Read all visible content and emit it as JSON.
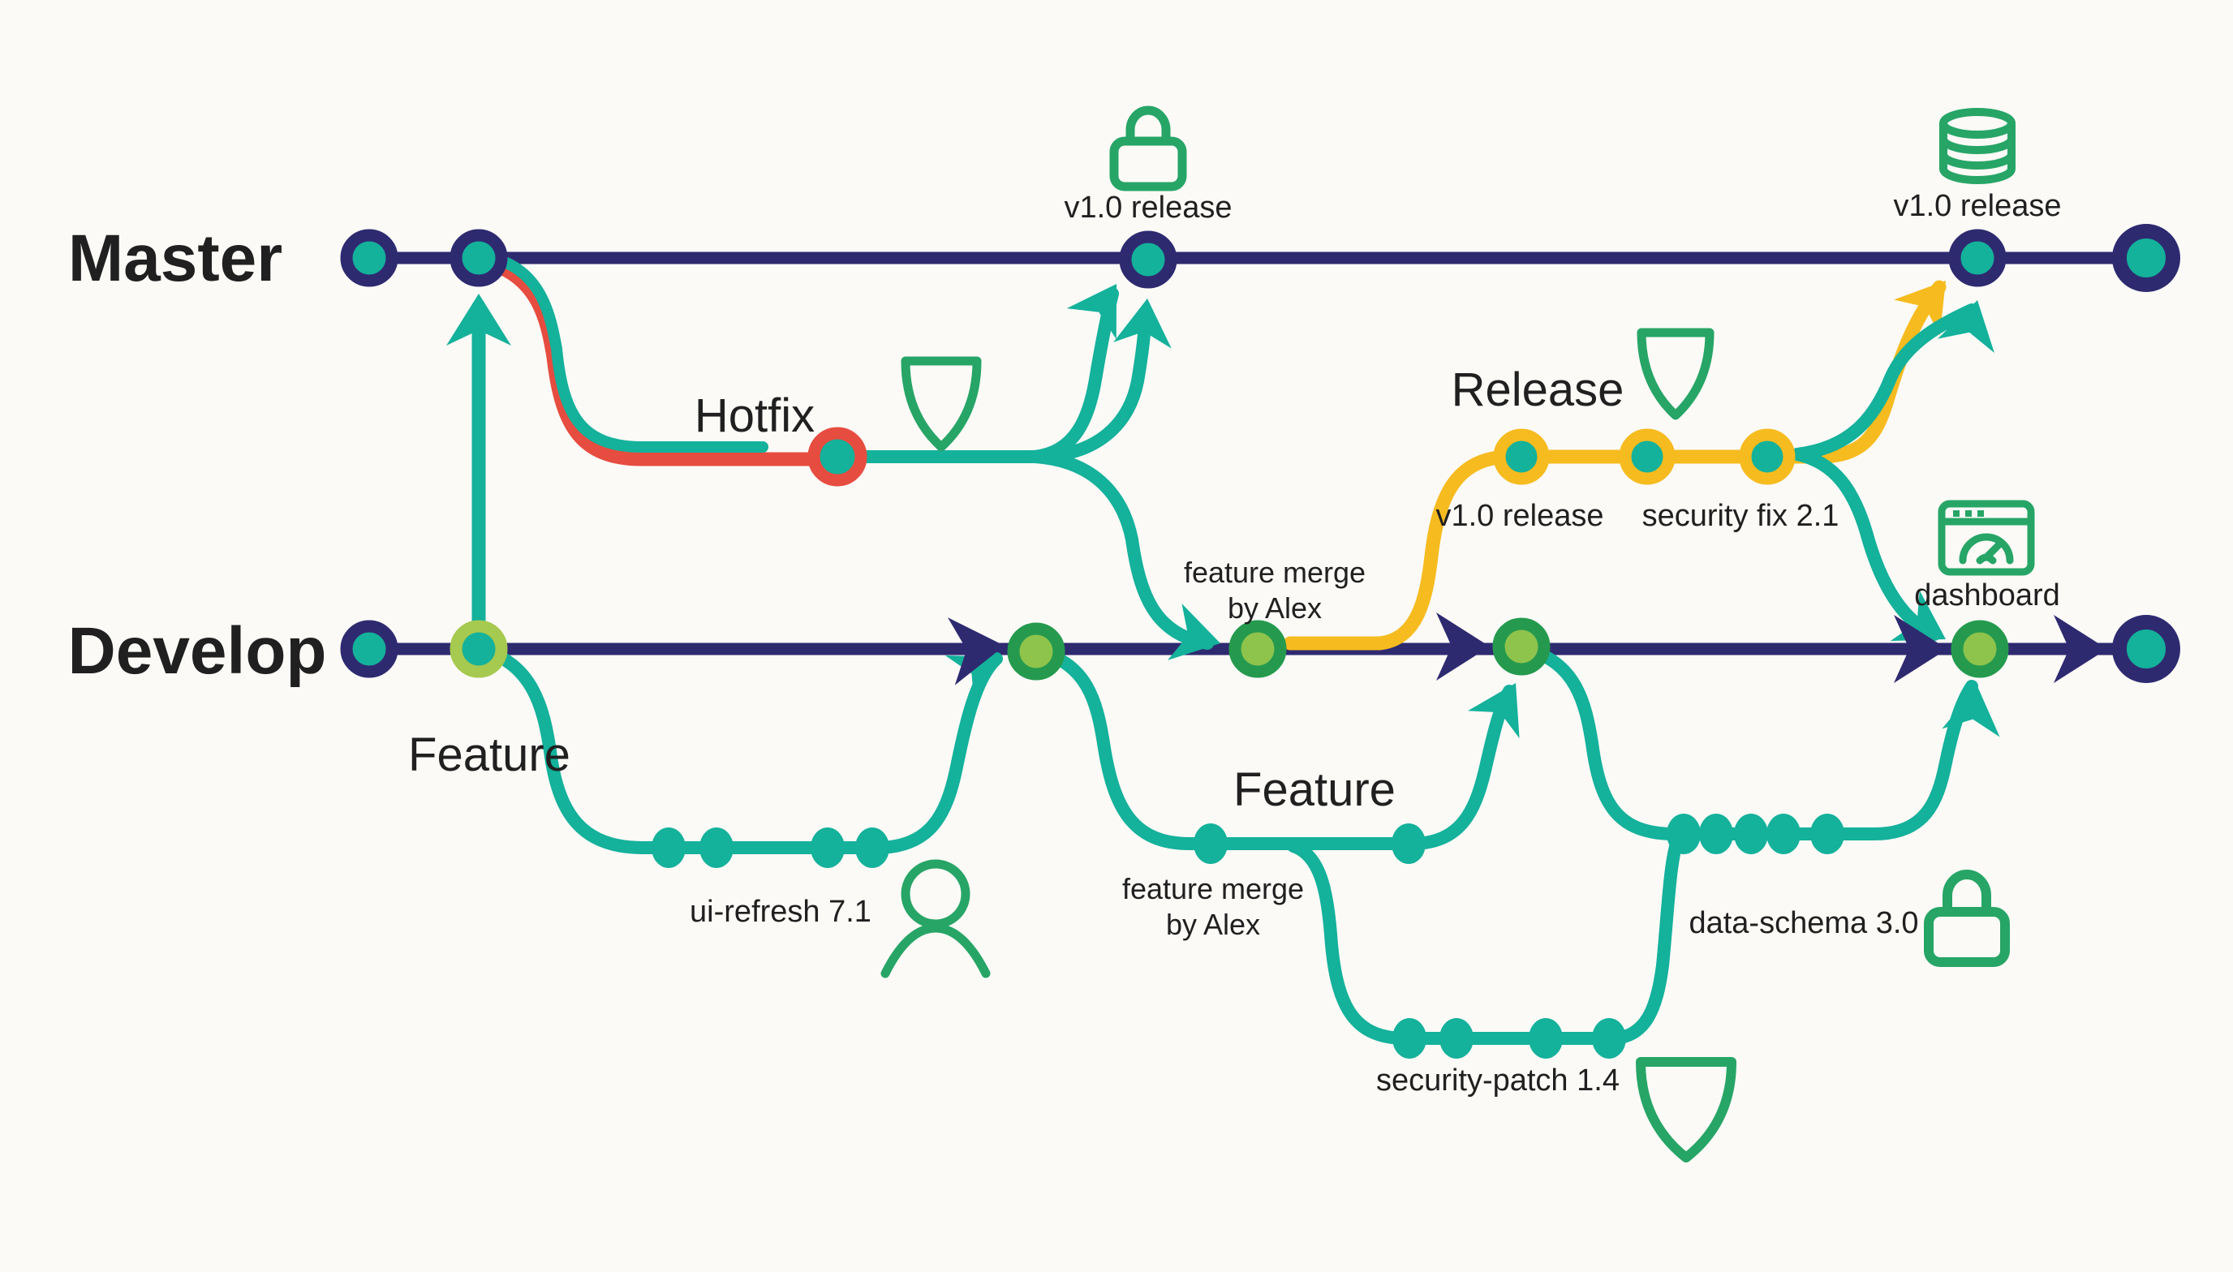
{
  "diagram_title": "Git branching workflow diagram",
  "colors": {
    "bg": "#fbfaf7",
    "navy": "#2e2a70",
    "teal": "#14b19b",
    "green": "#27a566",
    "lightGreen": "#8ec34c",
    "ringGreen": "#259a4e",
    "featureRing": "#a6c94f",
    "red": "#e64c3f",
    "yellow": "#f6bb1f",
    "text": "#202020"
  },
  "labels": {
    "master": "Master",
    "develop": "Develop",
    "hotfix": "Hotfix",
    "feature1": "Feature",
    "feature2": "Feature",
    "release": "Release"
  },
  "annotations": {
    "master_v10_left": "v1.0 release",
    "master_v10_right": "v1.0 release",
    "release_v10": "v1.0 release",
    "security_fix": "security fix 2.1",
    "feature_merge": [
      "feature merge",
      "by Alex"
    ],
    "feature_merge_bottom": [
      "feature merge",
      "by Alex"
    ],
    "ui_refresh": "ui-refresh 7.1",
    "security_patch": "security-patch 1.4",
    "data_schema": "data-schema 3.0",
    "dashboard": "dashboard"
  },
  "icons": [
    "lock-icon",
    "database-icon",
    "shield-icon-hotfix",
    "shield-icon-release",
    "shield-icon-security-patch",
    "user-icon",
    "dashboard-icon",
    "lock-icon-data-schema"
  ],
  "branches": [
    {
      "name": "Master",
      "color": "#2e2a70",
      "commits": 5
    },
    {
      "name": "Develop",
      "color": "#2e2a70",
      "commits": 7
    },
    {
      "name": "Hotfix",
      "color": "#e64c3f",
      "commits": 1
    },
    {
      "name": "Feature (ui-refresh 7.1)",
      "color": "#14b19b",
      "commits": 4
    },
    {
      "name": "Feature (feature merge by Alex)",
      "color": "#14b19b",
      "commits": 2
    },
    {
      "name": "security-patch 1.4",
      "color": "#14b19b",
      "commits": 4
    },
    {
      "name": "data-schema 3.0",
      "color": "#14b19b",
      "commits": 5
    },
    {
      "name": "Release",
      "color": "#f6bb1f",
      "commits": 3
    }
  ]
}
